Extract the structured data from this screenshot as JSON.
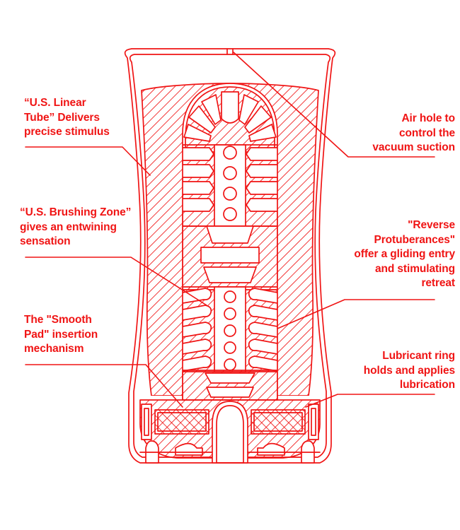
{
  "figure": {
    "type": "technical-cutaway-diagram",
    "subject": "Cup-style sleeve product cross-section",
    "line_color": "#F01414",
    "background_color": "#FFFFFF"
  },
  "callouts": {
    "linear_tube": {
      "text": "“U.S. Linear\nTube” Delivers\nprecise stimulus",
      "side": "left"
    },
    "brushing_zone": {
      "text": "“U.S. Brushing Zone”\ngives an entwining\nsensation",
      "side": "left"
    },
    "smooth_pad": {
      "text": "The \"Smooth\nPad\" insertion\nmechanism",
      "side": "left"
    },
    "air_hole": {
      "text": "Air hole to\ncontrol the\nvacuum suction",
      "side": "right"
    },
    "reverse_protuberances": {
      "text": "\"Reverse\nProtuberances\"\noffer a gliding entry\nand stimulating\nretreat",
      "side": "right"
    },
    "lubricant_ring": {
      "text": "Lubricant ring\nholds and applies\nlubrication",
      "side": "right"
    }
  },
  "parts": {
    "outer_casing": "outer-casing-outline",
    "air_hole": "air-hole",
    "dome_tip": "dome-tip-chamber",
    "brushing_fingers": "brushing-zone-fingers",
    "ribbed_discs": "ribbed-disc-stack",
    "reverse_protuberances": "reverse-protuberance-ribs",
    "bead_column": "internal-bead-column",
    "insertion_arch": "smooth-pad-insertion-opening",
    "lubricant_ring_left": "lubricant-ring-left",
    "lubricant_ring_right": "lubricant-ring-right",
    "base_feet": "base-feet"
  }
}
